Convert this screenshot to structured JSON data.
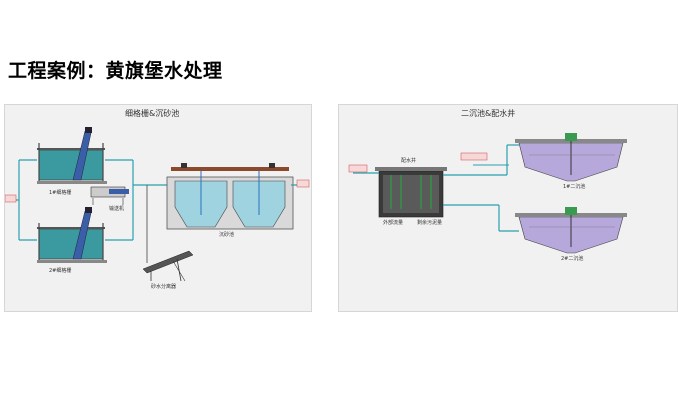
{
  "page": {
    "title": "工程案例：黄旗堡水处理"
  },
  "left_diagram": {
    "title": "细格栅&沉砂池",
    "screen1_label": "1#细格栅",
    "screen2_label": "2#细格栅",
    "conveyor_label": "输送机",
    "grit_tank_label": "沉砂池",
    "separator_label": "砂水分离器",
    "inlet_tag": "",
    "outlet_tag": ""
  },
  "right_diagram": {
    "title": "二沉池&配水井",
    "well_label": "配水井",
    "outflow_label": "外部流量",
    "return_label": "剩余污泥量",
    "clarifier1_label": "1#二沉池",
    "clarifier2_label": "2#二沉池",
    "inlet_tag": "",
    "return_tag": ""
  },
  "colors": {
    "water": "#3a9aa0",
    "water_light": "#9fd3e0",
    "pipe": "#2aa0b0",
    "tank_line": "#444444",
    "clarifier": "#b7a8dc",
    "tag": "#c44444"
  }
}
